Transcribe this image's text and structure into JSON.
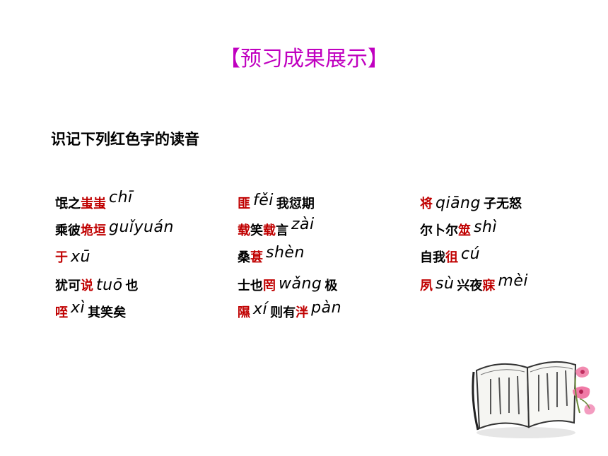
{
  "title": "【预习成果展示】",
  "instruction": "识记下列红色字的读音",
  "items": [
    {
      "parts": [
        {
          "t": "氓之",
          "r": false
        },
        {
          "t": "蚩蚩",
          "r": true
        },
        {
          "t": "chī",
          "py": true,
          "up": -8
        }
      ]
    },
    {
      "parts": [
        {
          "t": "匪",
          "r": true
        },
        {
          "t": "fěi",
          "py": true,
          "up": -4
        },
        {
          "t": "我愆期",
          "r": false
        }
      ]
    },
    {
      "parts": [
        {
          "t": "将",
          "r": true
        },
        {
          "t": "qiāng",
          "py": true,
          "up": 0
        },
        {
          "t": "子无怒",
          "r": false
        }
      ]
    },
    {
      "parts": [
        {
          "t": "乘彼",
          "r": false
        },
        {
          "t": "垝垣",
          "r": true
        },
        {
          "t": "guǐyuán",
          "py": true,
          "up": -4
        }
      ]
    },
    {
      "parts": [
        {
          "t": "载",
          "r": true
        },
        {
          "t": "笑",
          "r": false
        },
        {
          "t": "载",
          "r": true
        },
        {
          "t": "言",
          "r": false
        },
        {
          "t": "zài",
          "py": true,
          "up": -8
        }
      ]
    },
    {
      "parts": [
        {
          "t": "尔卜尔",
          "r": false
        },
        {
          "t": "筮",
          "r": true
        },
        {
          "t": "shì",
          "py": true,
          "up": -4
        }
      ]
    },
    {
      "parts": [
        {
          "t": "于",
          "r": true
        },
        {
          "t": "xū",
          "py": true,
          "up": 0
        }
      ]
    },
    {
      "parts": [
        {
          "t": "桑",
          "r": false
        },
        {
          "t": "葚",
          "r": true
        },
        {
          "t": "shèn",
          "py": true,
          "up": -6
        }
      ]
    },
    {
      "parts": [
        {
          "t": "自我",
          "r": false
        },
        {
          "t": "徂",
          "r": true
        },
        {
          "t": "cú",
          "py": true,
          "up": -4
        }
      ]
    },
    {
      "parts": [
        {
          "t": "犹可",
          "r": false
        },
        {
          "t": "说",
          "r": true
        },
        {
          "t": "tuō",
          "py": true,
          "up": 0
        },
        {
          "t": "也",
          "r": false
        }
      ]
    },
    {
      "parts": [
        {
          "t": "士也",
          "r": false
        },
        {
          "t": "罔",
          "r": true
        },
        {
          "t": "wǎng",
          "py": true,
          "up": -2
        },
        {
          "t": "极",
          "r": false
        }
      ]
    },
    {
      "parts": [
        {
          "t": "夙",
          "r": true
        },
        {
          "t": "sù",
          "py": true,
          "up": -2
        },
        {
          "t": "兴夜",
          "r": false
        },
        {
          "t": "寐",
          "r": true
        },
        {
          "t": "mèi",
          "py": true,
          "up": -6
        }
      ]
    },
    {
      "parts": [
        {
          "t": "咥",
          "r": true
        },
        {
          "t": "xì",
          "py": true,
          "up": -6
        },
        {
          "t": "其笑矣",
          "r": false
        }
      ]
    },
    {
      "parts": [
        {
          "t": "隰",
          "r": true
        },
        {
          "t": "xí",
          "py": true,
          "up": -4
        },
        {
          "t": "则有",
          "r": false
        },
        {
          "t": "泮",
          "r": true
        },
        {
          "t": "pàn",
          "py": true,
          "up": -6
        }
      ]
    }
  ],
  "colors": {
    "title": "#c000c0",
    "highlight": "#c00000",
    "text": "#000000"
  },
  "decor_icon": "open-book-with-flower-icon"
}
